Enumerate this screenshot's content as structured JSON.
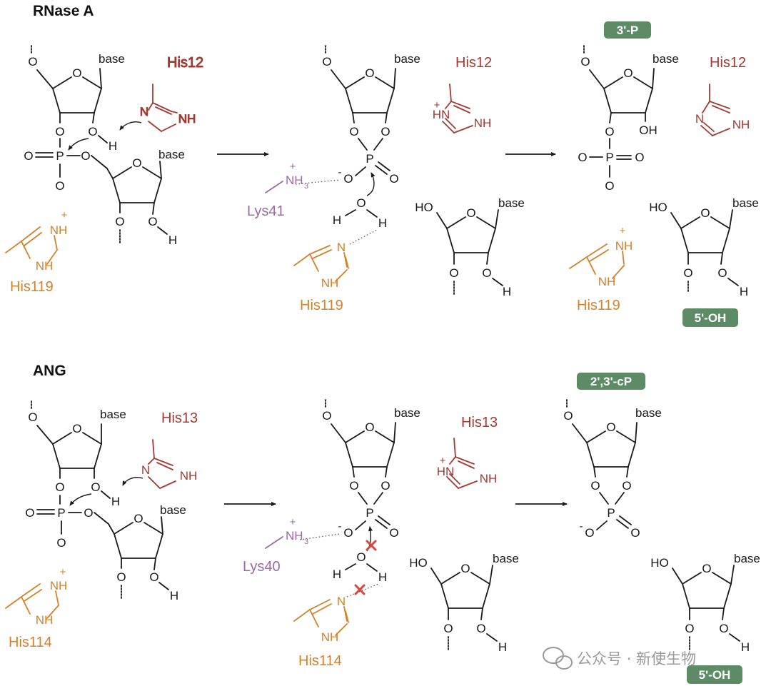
{
  "colors": {
    "his_red": "#a33a32",
    "his_orange": "#d4812c",
    "lys_purple": "#9a6aa6",
    "badge_green": "#5c8b66",
    "cross_red": "#d9473c"
  },
  "panels": {
    "top": {
      "title": "RNase A",
      "general_acid_base_1": "His12",
      "general_acid_base_2": "His119",
      "lysine": "Lys41",
      "product_badge_1": "3'-P",
      "product_badge_2": "5'-OH"
    },
    "bottom": {
      "title": "ANG",
      "general_acid_base_1": "His13",
      "general_acid_base_2": "His114",
      "lysine": "Lys40",
      "product_badge_1": "2',3'-cP",
      "product_badge_2": "5'-OH"
    }
  },
  "atoms": {
    "O": "O",
    "P": "P",
    "H": "H",
    "N": "N",
    "NH": "NH",
    "HN": "HN",
    "OH": "OH",
    "HO": "HO",
    "base": "base",
    "plus": "+",
    "minus": "-",
    "NH3": "NH",
    "sub3": "3"
  },
  "watermark": "公众号 · 新使生物",
  "icons": [
    "reaction-arrow-icon",
    "blocked-cross-icon",
    "wechat-logo-icon"
  ]
}
